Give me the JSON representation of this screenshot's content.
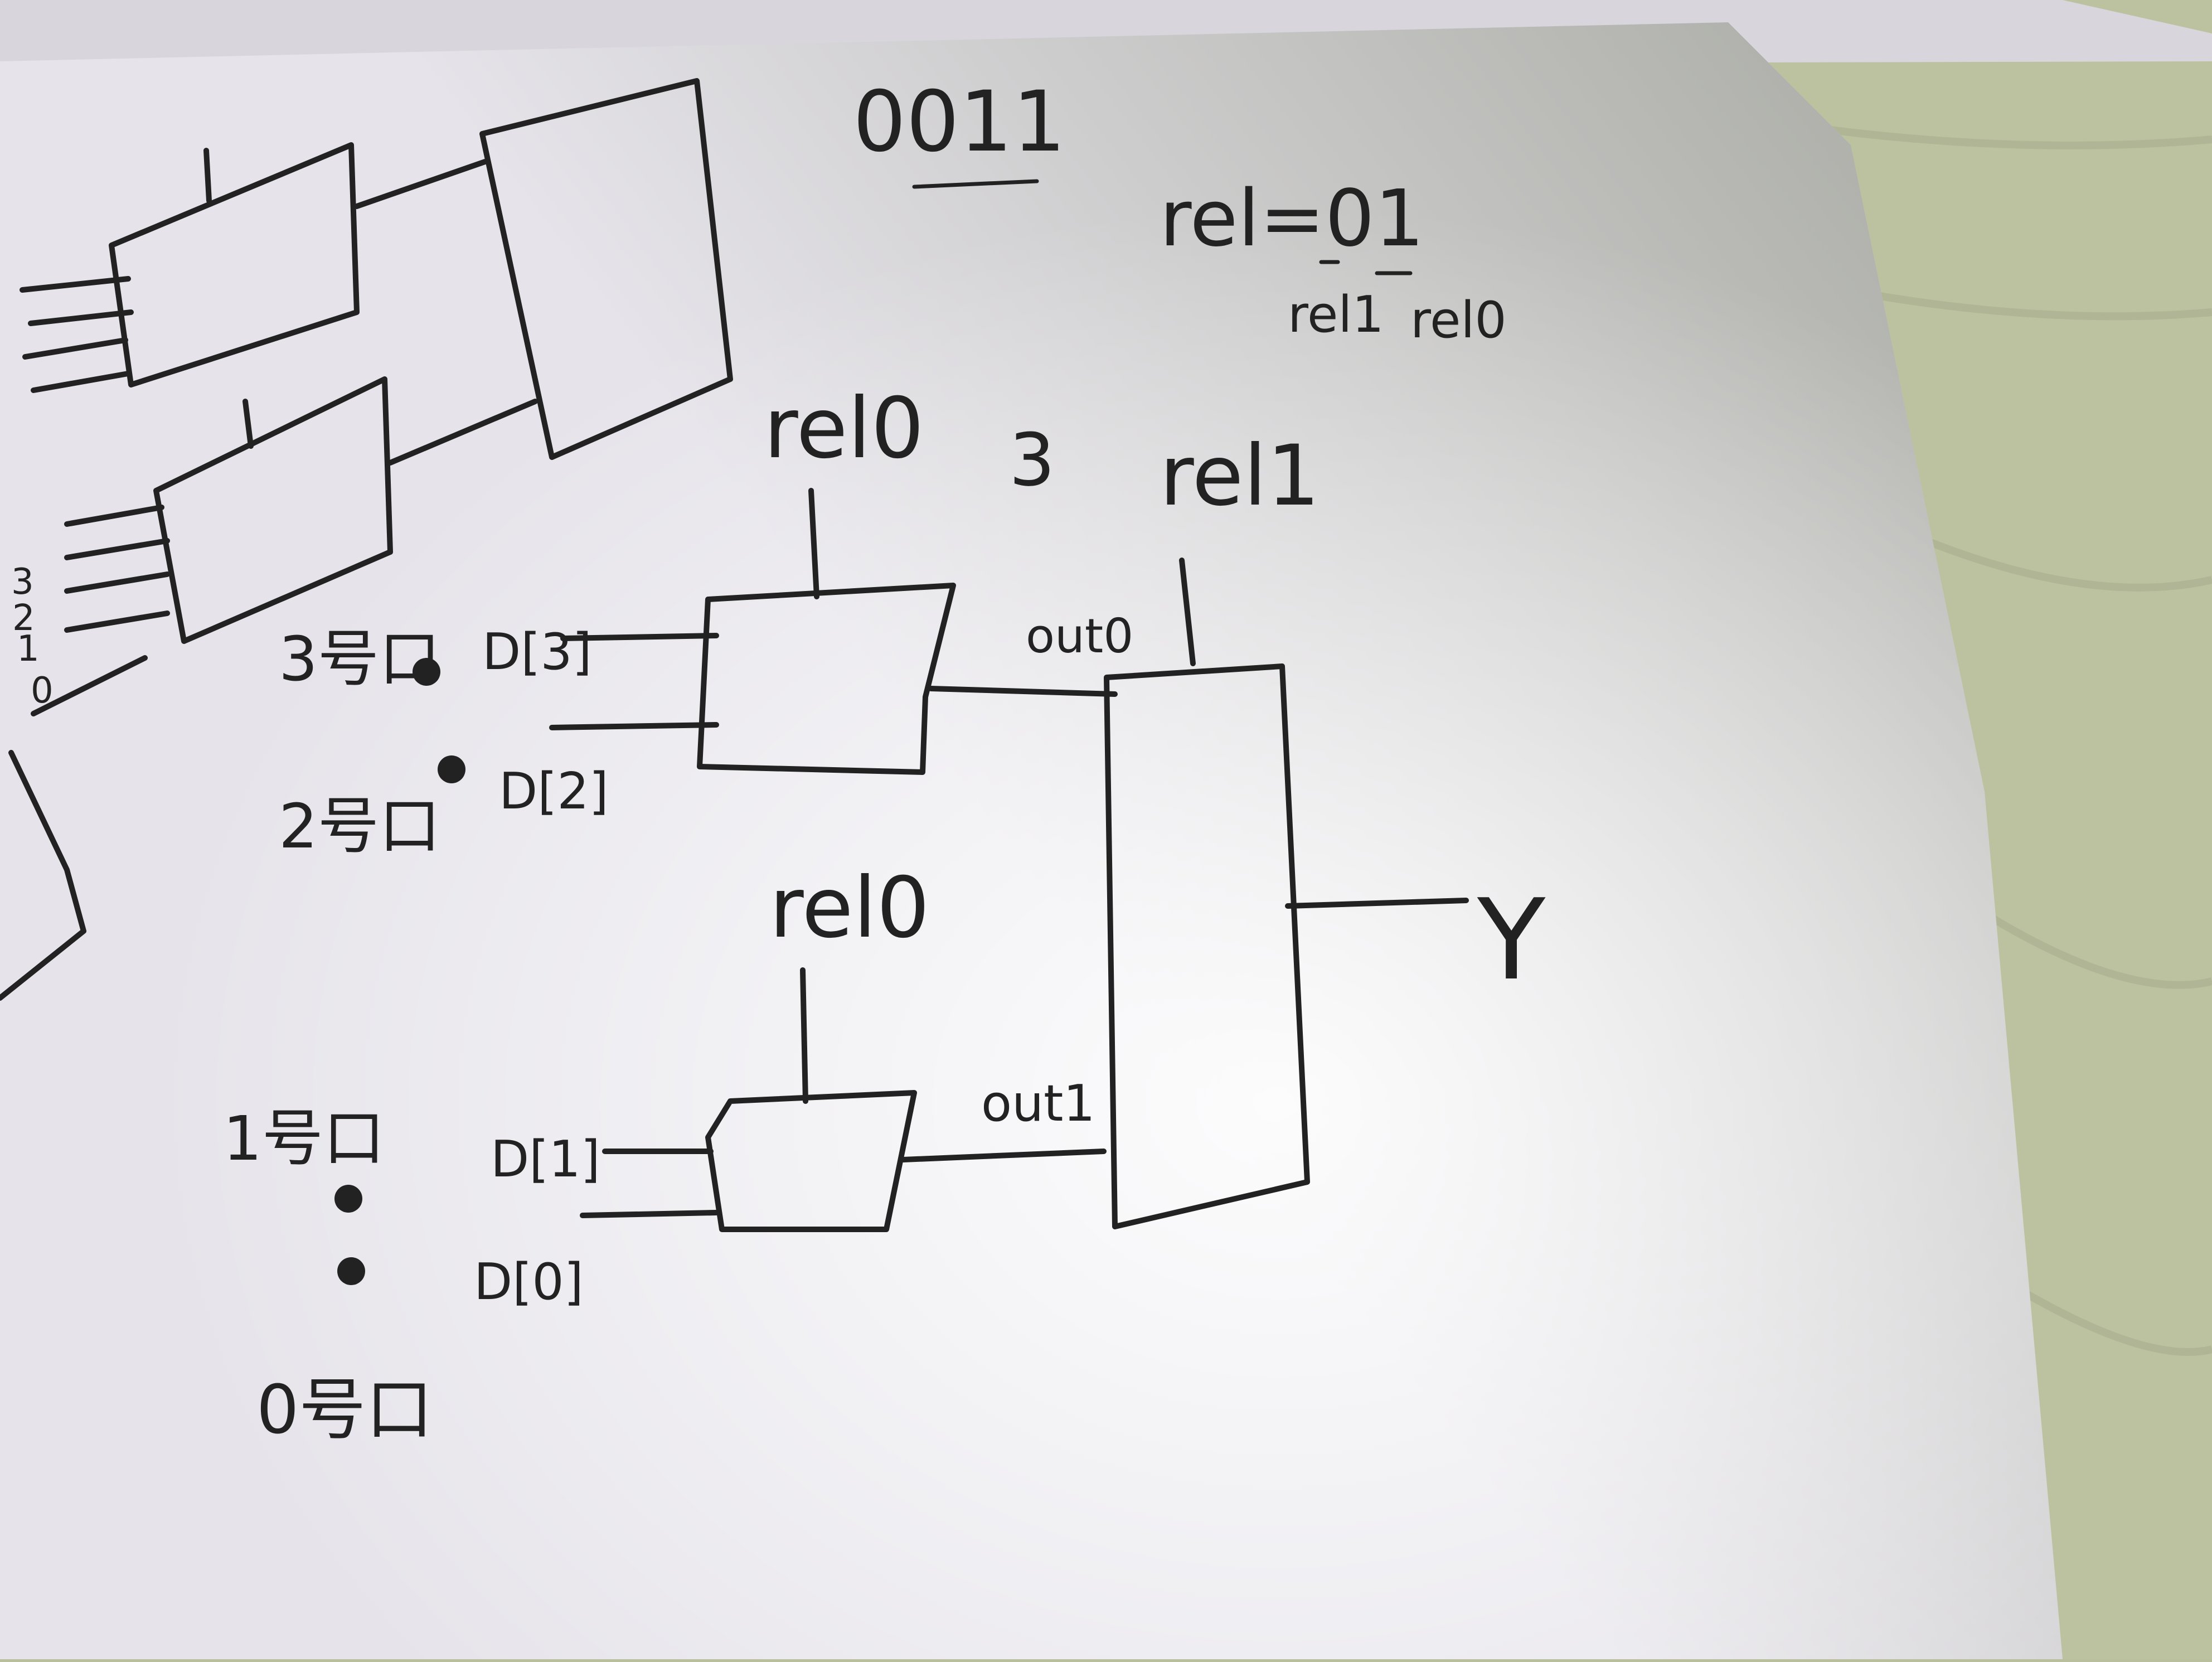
{
  "scene": {
    "paper_color": "#e6e4ea",
    "desk_color": "#b9bf9c",
    "ink_color": "#222222"
  },
  "diagram": {
    "heading_code": "0011",
    "select_equation": "rel=01",
    "select_bit_high": "rel1",
    "select_bit_low": "rel0",
    "stage2_mux_top_select": "rel0",
    "stage2_mux_top_select_note": "3",
    "stage2_mux_bottom_select": "rel0",
    "stage3_mux_select": "rel1",
    "wire_out_top": "out0",
    "wire_out_bottom": "out1",
    "output_label": "Y",
    "port_3": "3号口",
    "port_2": "2号口",
    "port_1": "1号口",
    "port_0": "0号口",
    "data_3": "D[3]",
    "data_2": "D[2]",
    "data_1": "D[1]",
    "data_0": "D[0]",
    "side_digits": [
      "3",
      "2",
      "1",
      "0"
    ]
  }
}
